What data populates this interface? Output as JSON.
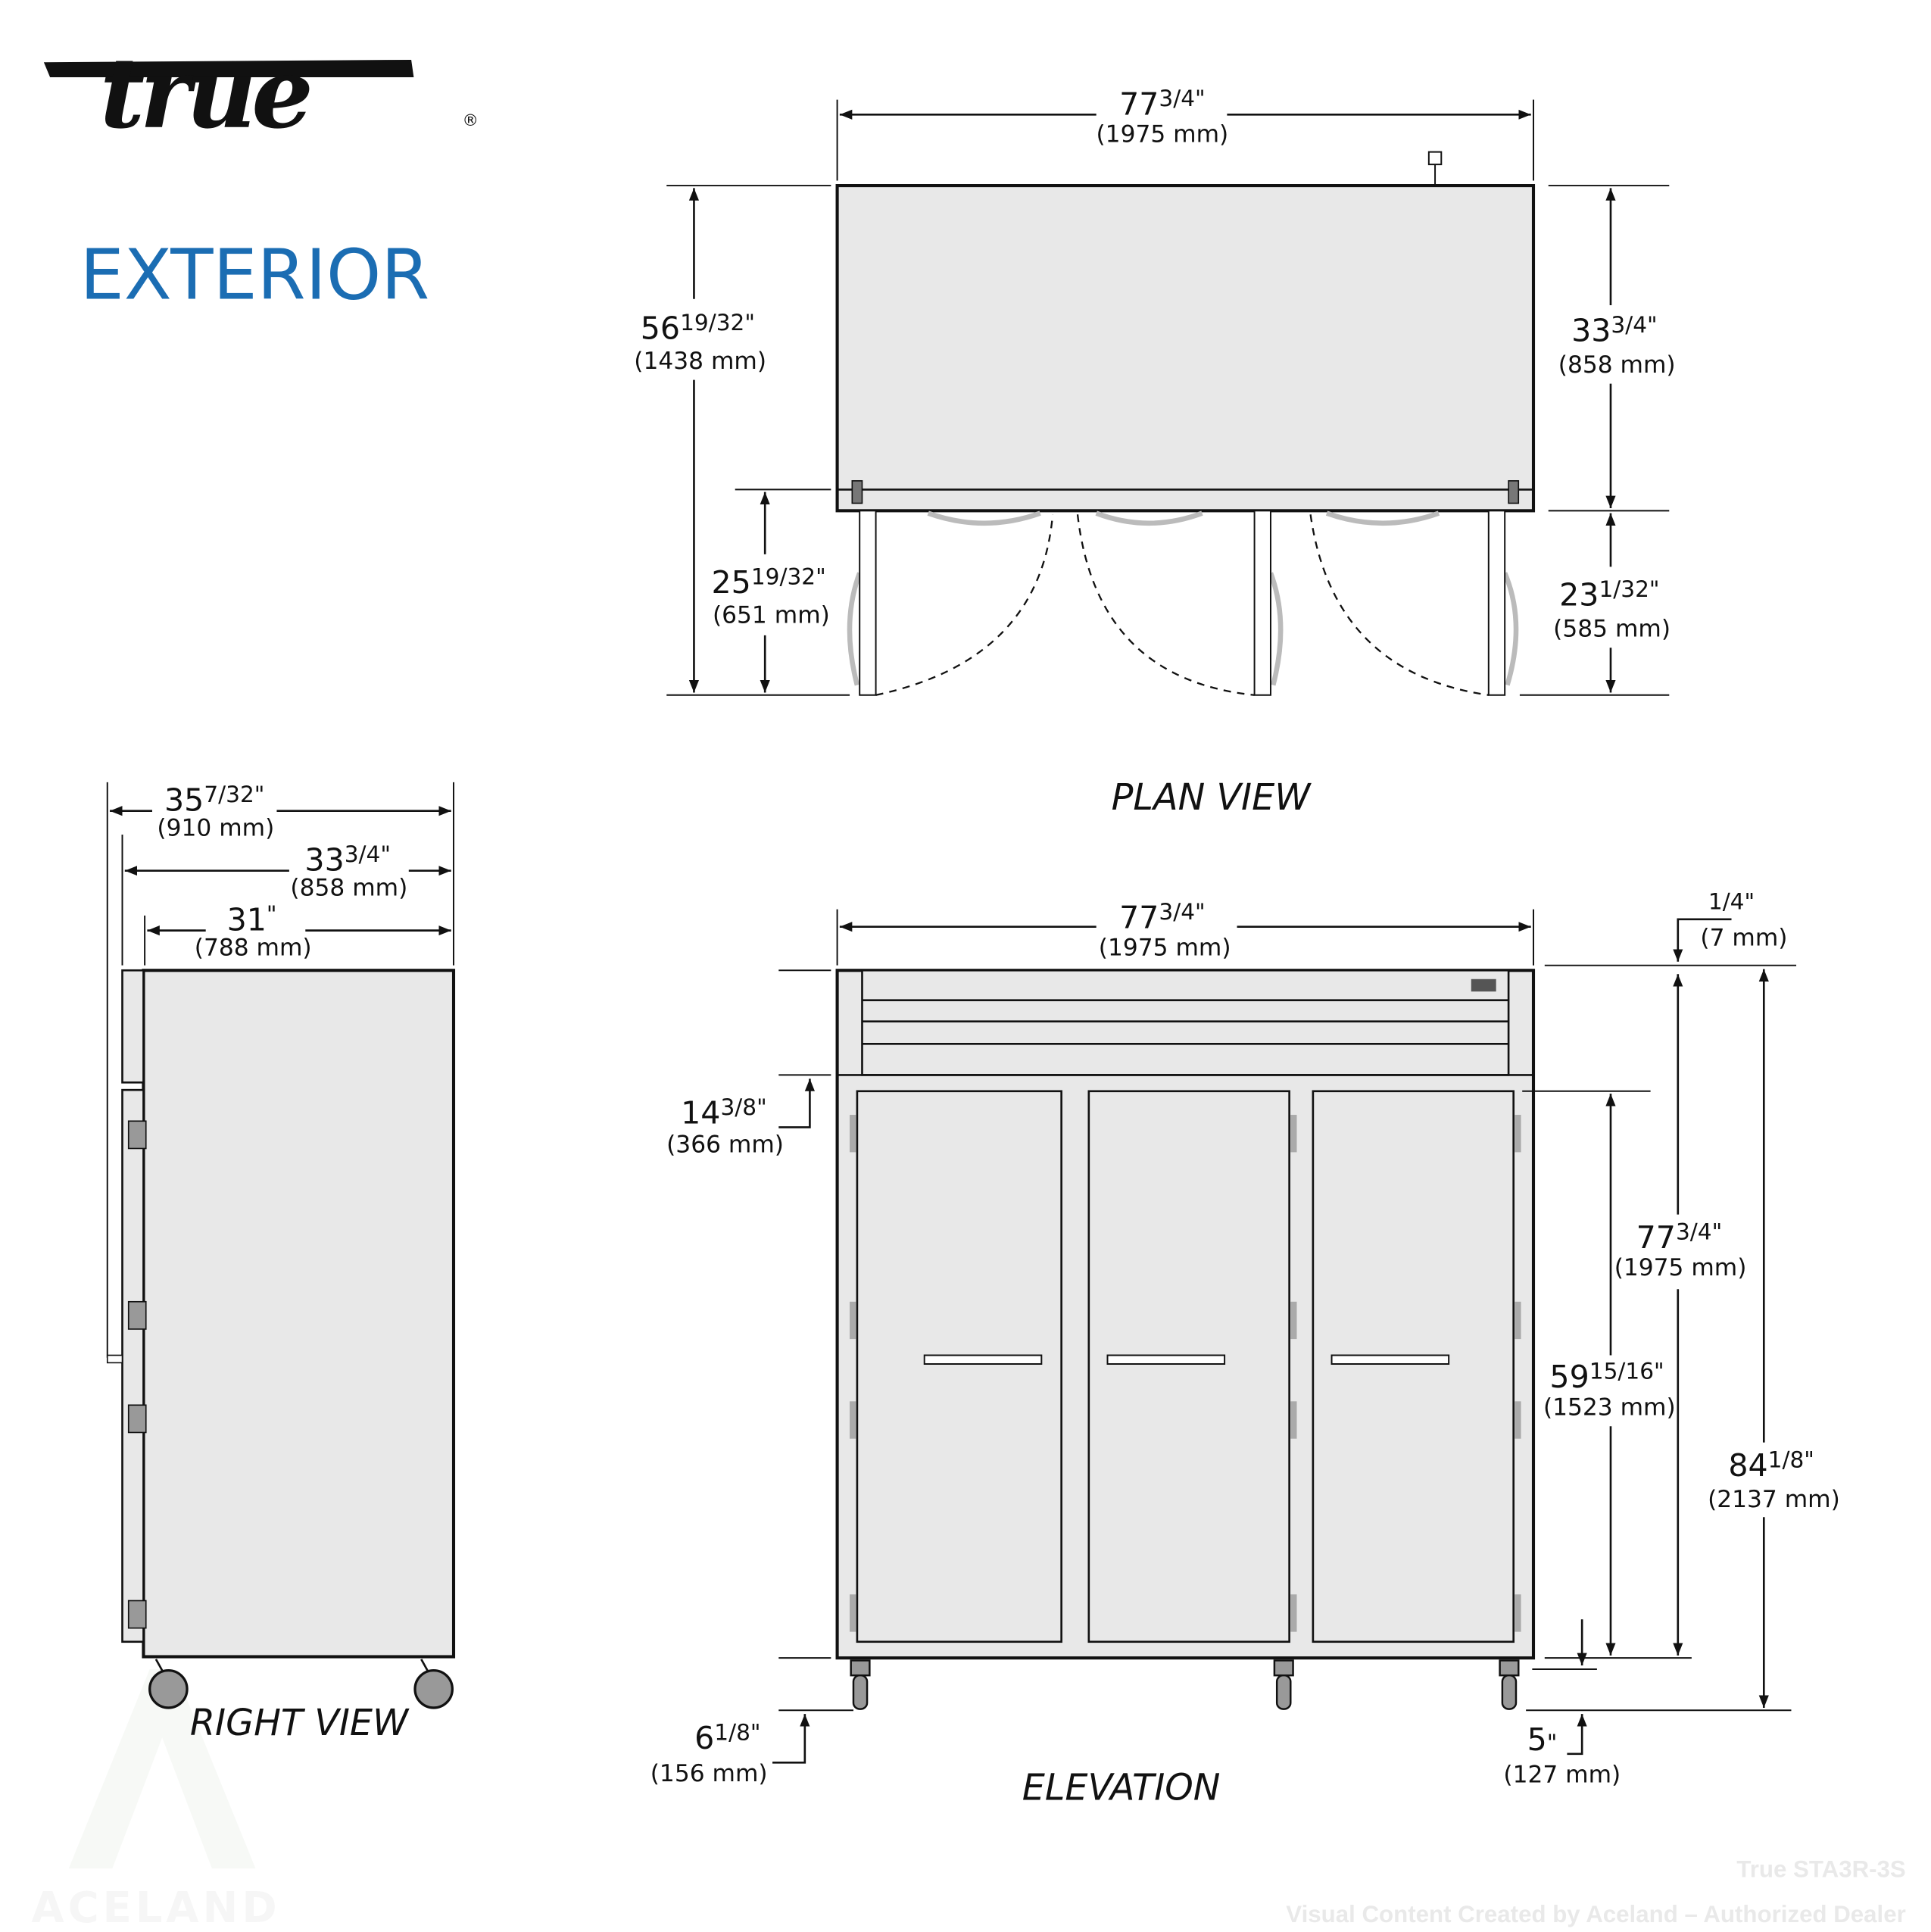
{
  "brand": {
    "logo_text": "true",
    "registered_mark": "®"
  },
  "section_title": "EXTERIOR",
  "accent_color": "#1b6db3",
  "views": {
    "plan": "PLAN VIEW",
    "right": "RIGHT VIEW",
    "elevation": "ELEVATION"
  },
  "plan": {
    "width": {
      "whole": "77",
      "frac": "3/4\"",
      "mm": "(1975 mm)"
    },
    "depth_open": {
      "whole": "56",
      "frac": "19/32\"",
      "mm": "(1438 mm)"
    },
    "door_swing": {
      "whole": "25",
      "frac": "19/32\"",
      "mm": "(651 mm)"
    },
    "depth": {
      "whole": "33",
      "frac": "3/4\"",
      "mm": "(858 mm)"
    },
    "door_clear": {
      "whole": "23",
      "frac": "1/32\"",
      "mm": "(585 mm)"
    }
  },
  "right": {
    "overall_depth": {
      "whole": "35",
      "frac": "7/32\"",
      "mm": "(910 mm)"
    },
    "depth": {
      "whole": "33",
      "frac": "3/4\"",
      "mm": "(858 mm)"
    },
    "cabinet_depth": {
      "whole": "31",
      "frac": "\"",
      "mm": "(788 mm)"
    }
  },
  "elevation": {
    "width": {
      "whole": "77",
      "frac": "3/4\"",
      "mm": "(1975 mm)"
    },
    "top_gap": {
      "whole": "",
      "frac": "1/4\"",
      "mm": "(7 mm)"
    },
    "grille": {
      "whole": "14",
      "frac": "3/8\"",
      "mm": "(366 mm)"
    },
    "cabinet_height": {
      "whole": "77",
      "frac": "3/4\"",
      "mm": "(1975 mm)"
    },
    "door_height": {
      "whole": "59",
      "frac": "15/16\"",
      "mm": "(1523 mm)"
    },
    "overall_height": {
      "whole": "84",
      "frac": "1/8\"",
      "mm": "(2137 mm)"
    },
    "caster": {
      "whole": "6",
      "frac": "1/8\"",
      "mm": "(156 mm)"
    },
    "caster_small": {
      "whole": "5",
      "frac": "\"",
      "mm": "(127 mm)"
    }
  },
  "watermark": {
    "model": "True STA3R-3S",
    "credit": "Visual Content Created by Aceland – Authorized Dealer",
    "logo": "ACELAND"
  }
}
